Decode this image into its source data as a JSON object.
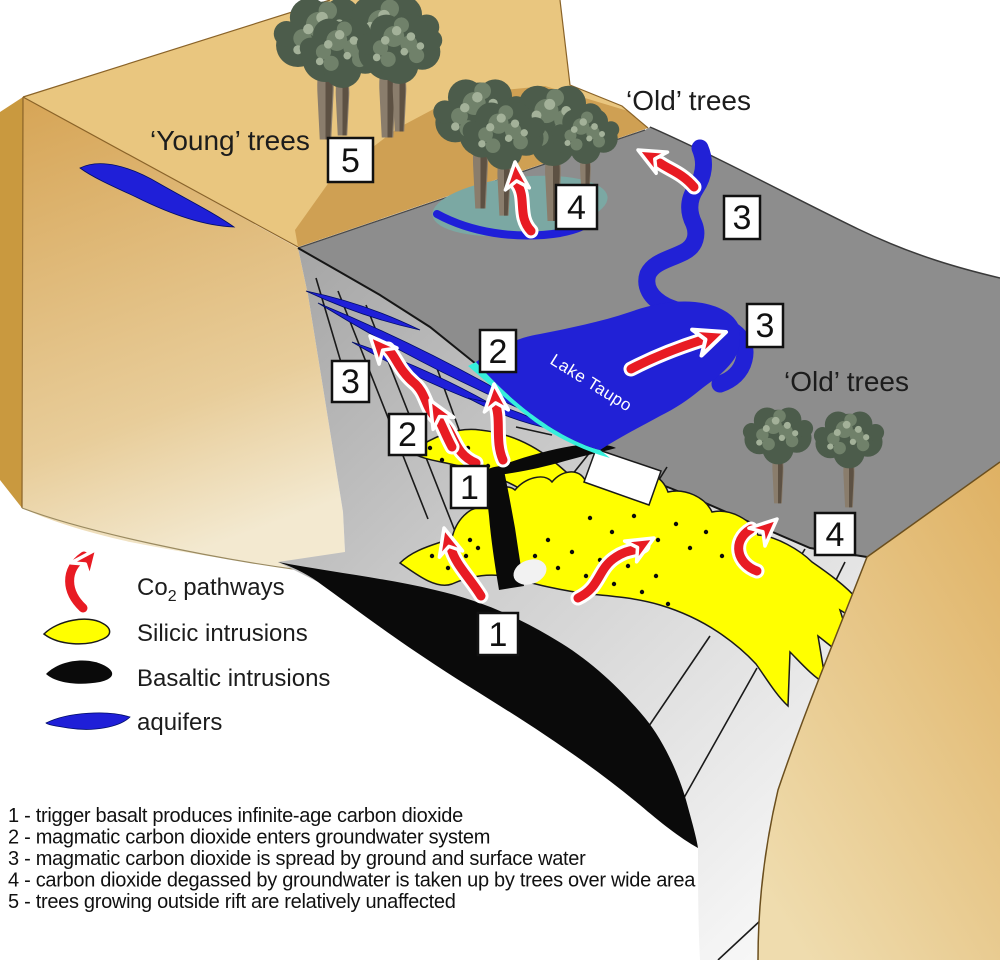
{
  "diagram": {
    "region_labels": {
      "young_trees": "‘Young’ trees",
      "old_trees_top": "‘Old’ trees",
      "old_trees_right": "‘Old’ trees",
      "lake_name": "Lake Taupo"
    },
    "markers": [
      "5",
      "4",
      "3",
      "3",
      "2",
      "3",
      "2",
      "1",
      "1",
      "4"
    ],
    "legend": {
      "co2_prefix": "Co",
      "co2_sub": "2",
      "co2_suffix": " pathways",
      "silicic": "Silicic intrusions",
      "basaltic": "Basaltic intrusions",
      "aquifers": "aquifers"
    },
    "notes": [
      "1 - trigger basalt produces infinite-age carbon dioxide",
      "2 - magmatic carbon dioxide enters groundwater system",
      "3 - magmatic carbon dioxide is spread by ground and surface water",
      "4 - carbon dioxide degassed by groundwater is taken up by trees over wide area",
      "5 - trees growing outside rift are relatively unaffected"
    ],
    "colors": {
      "co2_arrow": "#e81b23",
      "silicic": "#ffff00",
      "basaltic": "#0a0a0a",
      "aquifer": "#1f1fd8",
      "lake": "#2121d6",
      "shoreline": "#35efdc",
      "pond": "#7ba8a3",
      "plateau": "#8d8d8d",
      "terrace_top": "#e9c67f",
      "scarp": "#cfa053",
      "ink": "#1a1a1a"
    }
  }
}
